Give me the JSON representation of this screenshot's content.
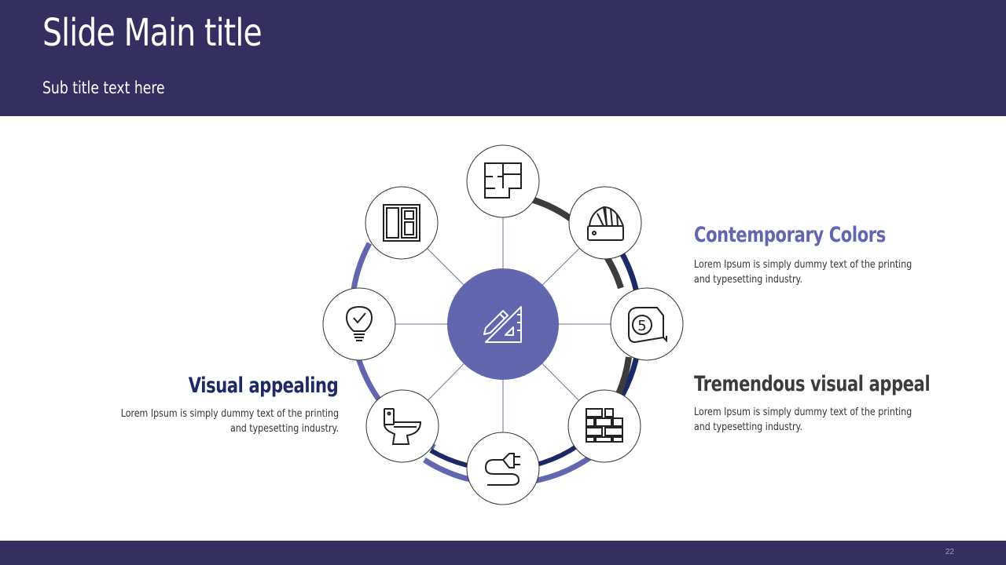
{
  "header": {
    "title": "Slide Main title",
    "subtitle": "Sub title text here"
  },
  "features": [
    {
      "heading": "Contemporary Colors",
      "text": "Lorem Ipsum is simply dummy text of the printing and typesetting industry.",
      "color": "#6166ae"
    },
    {
      "heading": "Tremendous visual appeal",
      "text": "Lorem Ipsum is simply dummy text of the printing and typesetting industry.",
      "color": "#3c3c3c"
    },
    {
      "heading": "Visual appealing",
      "text": "Lorem Ipsum is simply dummy text of the printing and typesetting industry.",
      "color": "#1b2a66"
    }
  ],
  "diagram": {
    "center_icon": "drafting-ruler-pencil-icon",
    "nodes": [
      {
        "icon": "floor-plan-icon"
      },
      {
        "icon": "color-swatch-fan-icon"
      },
      {
        "icon": "tape-measure-icon"
      },
      {
        "icon": "brick-wall-icon"
      },
      {
        "icon": "power-plug-cable-icon"
      },
      {
        "icon": "toilet-icon"
      },
      {
        "icon": "light-bulb-check-icon"
      },
      {
        "icon": "window-panel-icon"
      }
    ]
  },
  "footer": {
    "page_number": "22"
  },
  "colors": {
    "header_bg": "#342e61",
    "accent_purple": "#6166ae",
    "accent_navy": "#1b2a66",
    "accent_dark": "#3c3c3c"
  }
}
